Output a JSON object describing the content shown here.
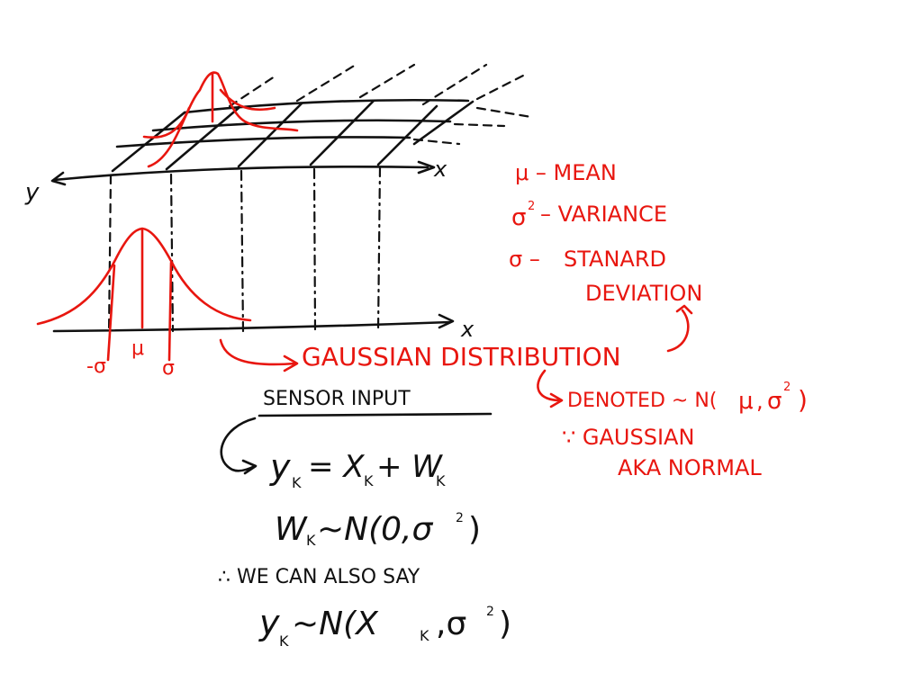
{
  "colors": {
    "ink": "#111111",
    "accent": "#e8160f",
    "background": "#ffffff"
  },
  "axes": {
    "top_x": "x",
    "top_y": "y",
    "bottom_x": "x"
  },
  "ticks": {
    "neg_sigma": "-σ",
    "mu": "μ",
    "sigma": "σ"
  },
  "legend": {
    "mean": "μ – MEAN",
    "variance_sym": "σ",
    "variance_exp": "2",
    "variance_label": "– VARIANCE",
    "std_sym": "σ –",
    "std_label_1": "STANARD",
    "std_label_2": "DEVIATION"
  },
  "gaussian": {
    "title": "GAUSSIAN DISTRIBUTION",
    "denoted_prefix": "DENOTED ~ N(",
    "denoted_mu": "μ",
    "denoted_comma": ",",
    "denoted_sigma": "σ",
    "denoted_exp": "2",
    "denoted_suffix": ")",
    "because_line_1": "∵ GAUSSIAN",
    "because_line_2": "AKA NORMAL"
  },
  "sensor": {
    "heading": "SENSOR INPUT",
    "eq1_y": "y",
    "eq1_k1": "K",
    "eq1_mid": "= X",
    "eq1_k2": "K",
    "eq1_plus": "+ W",
    "eq1_k3": "K",
    "eq2_w": "W",
    "eq2_k": "K",
    "eq2_rest": "~N(0,σ",
    "eq2_exp": "2",
    "eq2_close": ")",
    "therefore": "∴ WE CAN ALSO SAY",
    "eq3_y": "y",
    "eq3_k1": "K",
    "eq3_mid": "~N(X",
    "eq3_k2": "K",
    "eq3_sigma": ",σ",
    "eq3_exp": "2",
    "eq3_close": ")"
  }
}
